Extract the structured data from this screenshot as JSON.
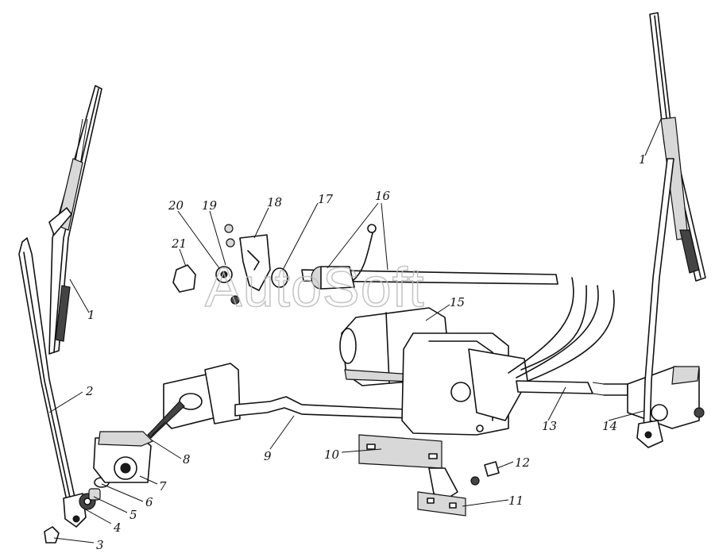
{
  "watermark": "AutoSoft",
  "callouts": [
    {
      "id": "c1a",
      "label": "1"
    },
    {
      "id": "c1b",
      "label": "1"
    },
    {
      "id": "c2",
      "label": "2"
    },
    {
      "id": "c3",
      "label": "3"
    },
    {
      "id": "c4",
      "label": "4"
    },
    {
      "id": "c5",
      "label": "5"
    },
    {
      "id": "c6",
      "label": "6"
    },
    {
      "id": "c7",
      "label": "7"
    },
    {
      "id": "c8",
      "label": "8"
    },
    {
      "id": "c9",
      "label": "9"
    },
    {
      "id": "c10",
      "label": "10"
    },
    {
      "id": "c11",
      "label": "11"
    },
    {
      "id": "c12",
      "label": "12"
    },
    {
      "id": "c13",
      "label": "13"
    },
    {
      "id": "c14",
      "label": "14"
    },
    {
      "id": "c15",
      "label": "15"
    },
    {
      "id": "c16",
      "label": "16"
    },
    {
      "id": "c17",
      "label": "17"
    },
    {
      "id": "c18",
      "label": "18"
    },
    {
      "id": "c19",
      "label": "19"
    },
    {
      "id": "c20",
      "label": "20"
    },
    {
      "id": "c21",
      "label": "21"
    }
  ]
}
